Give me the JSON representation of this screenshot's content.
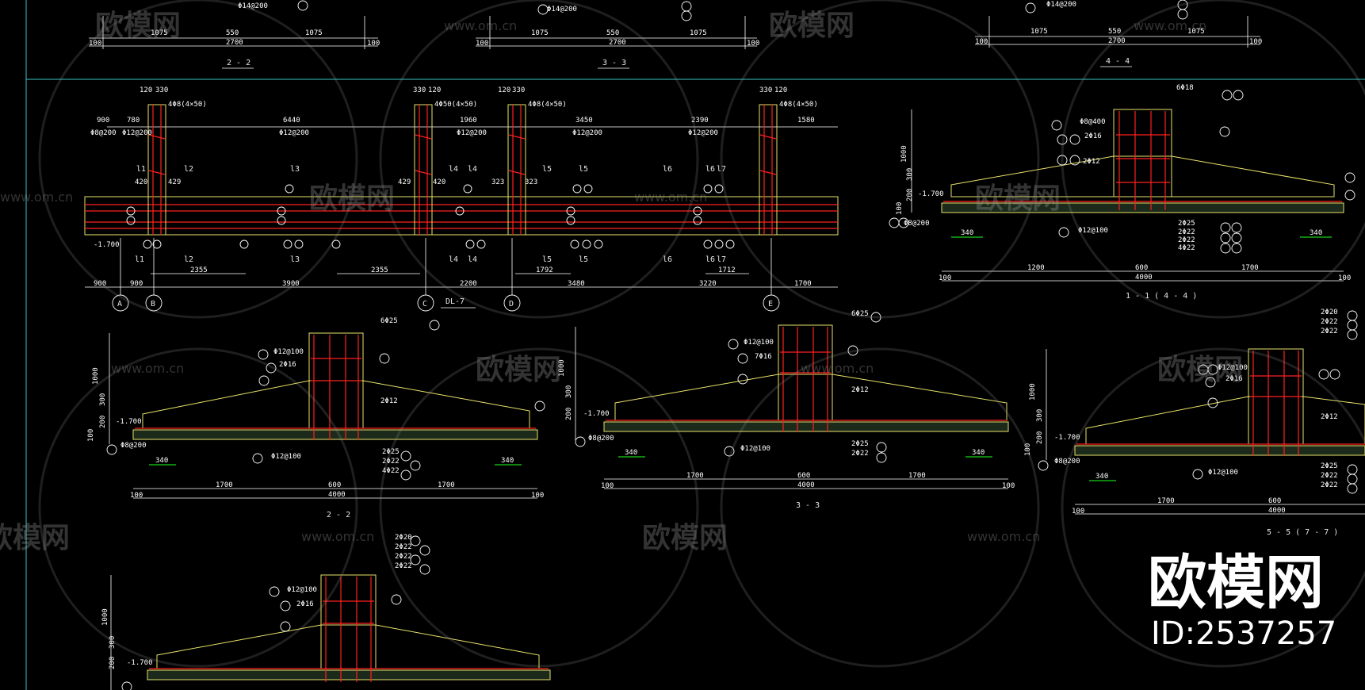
{
  "drawing": {
    "top_sections": [
      {
        "label": "2 - 2",
        "dims": [
          "100",
          "1075",
          "550",
          "1075",
          "100"
        ],
        "total": "2700",
        "spec": "Φ14@200"
      },
      {
        "label": "3 - 3",
        "dims": [
          "100",
          "1075",
          "550",
          "1075",
          "100"
        ],
        "total": "2700",
        "spec": "Φ14@200"
      },
      {
        "label": "4 - 4",
        "dims": [
          "100",
          "1075",
          "550",
          "1075",
          "100"
        ],
        "total": "2700",
        "spec": "Φ14@200"
      }
    ],
    "beam": {
      "label": "DL-7",
      "axes": [
        "A",
        "B",
        "C",
        "D",
        "E"
      ],
      "bottom_dims": [
        "900",
        "900",
        "3900",
        "2200",
        "3480",
        "3220",
        "1700"
      ],
      "inner_dims": [
        "2355",
        "2355",
        "1792",
        "1712"
      ],
      "top_dims": [
        "900",
        "780",
        "6440",
        "1960",
        "3450",
        "2390",
        "1580"
      ],
      "column_tags": [
        "120",
        "330",
        "330",
        "120",
        "120",
        "330",
        "330",
        "120"
      ],
      "column_specs": [
        "4Φ8(4×50)",
        "4Φ50(4×50)",
        "4Φ8(4×50)",
        "4Φ8(4×50)"
      ],
      "rebar_specs": [
        "Φ8@200",
        "Φ12@200",
        "Φ12@200",
        "Φ12@200",
        "Φ12@200",
        "Φ12@200"
      ],
      "span_labels_top": [
        "l1",
        "l2",
        "l3",
        "l4",
        "l4",
        "l5",
        "l5",
        "l6",
        "l6",
        "l7"
      ],
      "span_labels_bottom": [
        "l1",
        "l2",
        "l3",
        "l4",
        "l4",
        "l5",
        "l5",
        "l6",
        "l6",
        "l7"
      ],
      "level": "-1.700",
      "small_dims": [
        "420",
        "420",
        "429",
        "429",
        "323",
        "323"
      ]
    },
    "sections": [
      {
        "label": "1 - 1  ( 4 - 4 )",
        "total": "4000",
        "parts": [
          "1200",
          "600",
          "1700"
        ],
        "edges": [
          "100",
          "100"
        ],
        "heights": [
          "1000",
          "300",
          "200",
          "100"
        ],
        "level": "-1.700",
        "green_dim": "340",
        "top_note": "6Φ18",
        "specs": [
          "Φ8@400",
          "2Φ16",
          "2Φ12",
          "Φ8@200",
          "Φ12@100",
          "2Φ25",
          "2Φ22",
          "2Φ22",
          "4Φ22"
        ]
      },
      {
        "label": "2 - 2",
        "total": "4000",
        "parts": [
          "1700",
          "600",
          "1700"
        ],
        "edges": [
          "100",
          "100"
        ],
        "heights": [
          "1000",
          "300",
          "200",
          "100"
        ],
        "level": "-1.700",
        "green_dim": "340",
        "top_note": "6Φ25",
        "specs": [
          "Φ12@100",
          "2Φ16",
          "2Φ12",
          "Φ8@200",
          "Φ12@100",
          "2Φ25",
          "2Φ22",
          "4Φ22"
        ]
      },
      {
        "label": "3 - 3",
        "total": "4000",
        "parts": [
          "1700",
          "600",
          "1700"
        ],
        "edges": [
          "100",
          "100"
        ],
        "heights": [
          "1000",
          "300",
          "200",
          "100"
        ],
        "level": "-1.700",
        "green_dim": "340",
        "top_note": "6Φ25",
        "specs": [
          "Φ12@100",
          "7Φ16",
          "2Φ12",
          "Φ8@200",
          "Φ12@100",
          "2Φ25",
          "2Φ22"
        ]
      },
      {
        "label": "5 - 5  ( 7 - 7 )",
        "total": "4000",
        "parts": [
          "1700",
          "600"
        ],
        "edges": [
          "100"
        ],
        "heights": [
          "1000",
          "300",
          "200",
          "100"
        ],
        "level": "-1.700",
        "green_dim": "340",
        "top_note": "2Φ20",
        "specs": [
          "2Φ22",
          "2Φ22",
          "Φ12@100",
          "2Φ16",
          "2Φ12",
          "Φ8@200",
          "Φ12@100",
          "2Φ25",
          "2Φ22",
          "2Φ22"
        ]
      },
      {
        "label": "",
        "total": "",
        "parts": [],
        "edges": [],
        "heights": [
          "1000",
          "300",
          "200"
        ],
        "level": "-1.700",
        "green_dim": "",
        "top_note": "2Φ20",
        "specs": [
          "2Φ22",
          "2Φ22",
          "2Φ22",
          "Φ12@100",
          "2Φ16"
        ]
      }
    ]
  },
  "watermark": {
    "domain": "www.om.cn",
    "brand": "欧模网",
    "id": "ID:2537257"
  },
  "colors": {
    "background": "#000000",
    "rebar": "#ff2020",
    "outline": "#e8e26a",
    "frame": "#3cc6c6",
    "dimension_green": "#18d018"
  }
}
